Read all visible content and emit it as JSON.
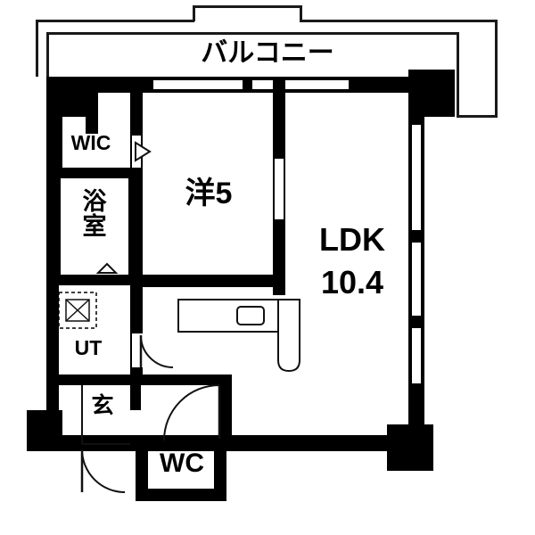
{
  "plan": {
    "title": "apartment-floor-plan",
    "background_color": "#ffffff",
    "wall_color": "#000000",
    "rooms": [
      {
        "id": "balcony",
        "label": "バルコニー",
        "font_size": 30
      },
      {
        "id": "wic",
        "label": "WIC",
        "font_size": 23
      },
      {
        "id": "bath",
        "label": "浴\n室",
        "font_size": 27
      },
      {
        "id": "bedroom",
        "label": "洋5",
        "font_size": 34
      },
      {
        "id": "ldk_name",
        "label": "LDK",
        "font_size": 36
      },
      {
        "id": "ldk_size",
        "label": "10.4",
        "font_size": 36
      },
      {
        "id": "ut",
        "label": "UT",
        "font_size": 23
      },
      {
        "id": "genkan",
        "label": "玄",
        "font_size": 25
      },
      {
        "id": "wc",
        "label": "WC",
        "font_size": 30
      }
    ]
  }
}
